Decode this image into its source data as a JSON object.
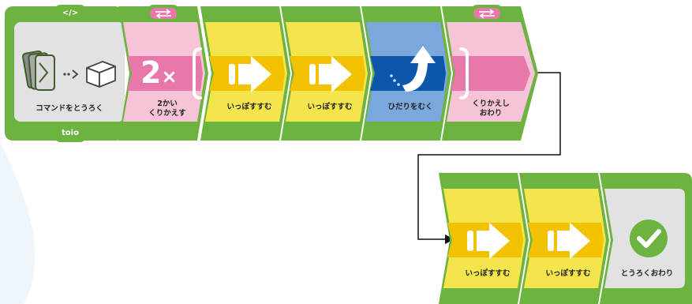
{
  "start": {
    "tab": "</>",
    "label": "コマンドをとうろく",
    "footer": "toio"
  },
  "repeat_start": {
    "count": "2",
    "times_sign": "×",
    "label": "2かい\nくりかえす"
  },
  "row1_cards": [
    {
      "label": "いっぽすすむ",
      "icon": "arrow-forward-icon"
    },
    {
      "label": "いっぽすすむ",
      "icon": "arrow-forward-icon"
    },
    {
      "label": "ひだりをむく",
      "icon": "turn-left-icon"
    }
  ],
  "repeat_end": {
    "label": "くりかえし\nおわり"
  },
  "row2_cards": [
    {
      "label": "いっぽすすむ",
      "icon": "arrow-forward-icon"
    },
    {
      "label": "いっぽすすむ",
      "icon": "arrow-forward-icon"
    }
  ],
  "end": {
    "label": "とうろくおわり",
    "icon": "checkmark-icon"
  },
  "colors": {
    "green": "#6db33f",
    "pink_light": "#f7c3d9",
    "pink_band": "#e878a9",
    "yellow_light": "#f5e54d",
    "yellow_band": "#f2c200",
    "blue_light": "#7aa7dc",
    "blue_band": "#0c57ab",
    "gray": "#e2e2e2"
  }
}
